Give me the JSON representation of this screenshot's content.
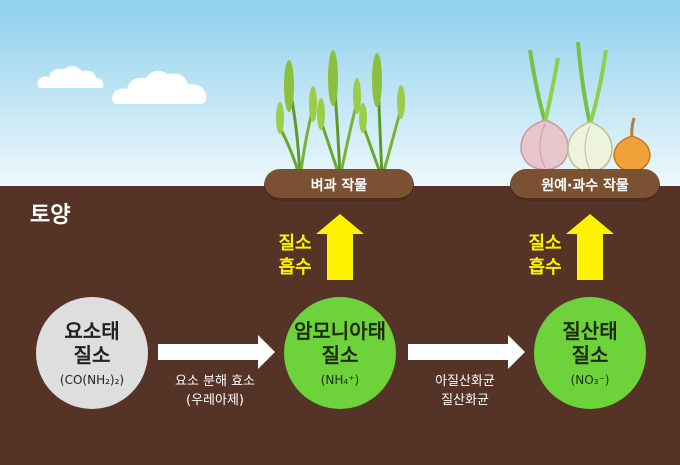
{
  "soil_label": "토양",
  "crops": {
    "rice": "벼과 작물",
    "horticulture": "원예·과수 작물"
  },
  "absorption": {
    "left": [
      "질소",
      "흡수"
    ],
    "right": [
      "질소",
      "흡수"
    ]
  },
  "nodes": {
    "urea": {
      "line1": "요소태",
      "line2": "질소",
      "formula": "(CO(NH₂)₂)"
    },
    "ammonium": {
      "line1": "암모니아태",
      "line2": "질소",
      "formula": "(NH₄⁺)"
    },
    "nitrate": {
      "line1": "질산태",
      "line2": "질소",
      "formula": "(NO₃⁻)"
    }
  },
  "steps": {
    "urease": [
      "요소 분해 효소",
      "(우레아제)"
    ],
    "nitrifiers": [
      "아질산화균",
      "질산화균"
    ]
  },
  "colors": {
    "sky_top": "#8fd0ec",
    "soil": "#553327",
    "arrow_yellow": "#fff200",
    "node_grey": "#dedede",
    "node_green": "#6ed33a"
  }
}
